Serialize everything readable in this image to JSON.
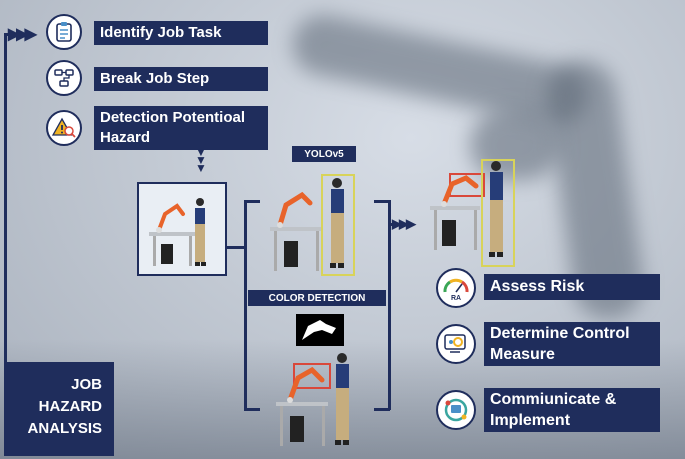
{
  "steps_left": [
    {
      "label": "Identify Job Task",
      "icon": "clipboard-icon"
    },
    {
      "label": "Break Job Step",
      "icon": "workflow-icon"
    },
    {
      "label": "Detection Potentioal Hazard",
      "icon": "hazard-search-icon"
    }
  ],
  "steps_right": [
    {
      "label": "Assess Risk",
      "icon": "risk-gauge-icon",
      "icon_text": "RA"
    },
    {
      "label": "Determine Control Measure",
      "icon": "control-settings-icon"
    },
    {
      "label": "Commiunicate & Implement",
      "icon": "communicate-icon"
    }
  ],
  "method_tags": {
    "yolo": "YOLOv5",
    "color": "COLOR DETECTION"
  },
  "jha_title": [
    "JOB",
    "HAZARD",
    "ANALYSIS"
  ],
  "colors": {
    "navy": "#1f2d5c",
    "robot_orange": "#e8632a",
    "detect_yellow": "#d8d35a",
    "detect_red": "#d9483b"
  }
}
